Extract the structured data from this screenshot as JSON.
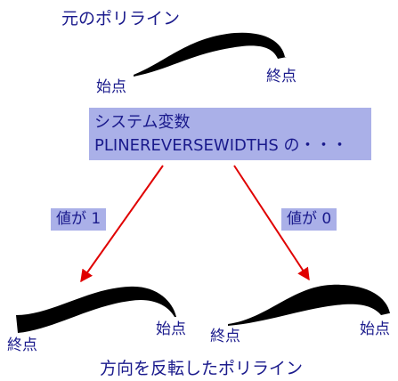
{
  "title_original": "元のポリライン",
  "title_reversed": "方向を反転したポリライン",
  "sysvar": {
    "line1": "システム変数",
    "line2": "PLINEREVERSEWIDTHS の・・・"
  },
  "value_1_label": "値が 1",
  "value_0_label": "値が 0",
  "start_label": "始点",
  "end_label": "終点",
  "colors": {
    "text": "#1a1a8c",
    "box": "#aab0e8",
    "arrow": "#e00000",
    "polyline": "#000000"
  }
}
